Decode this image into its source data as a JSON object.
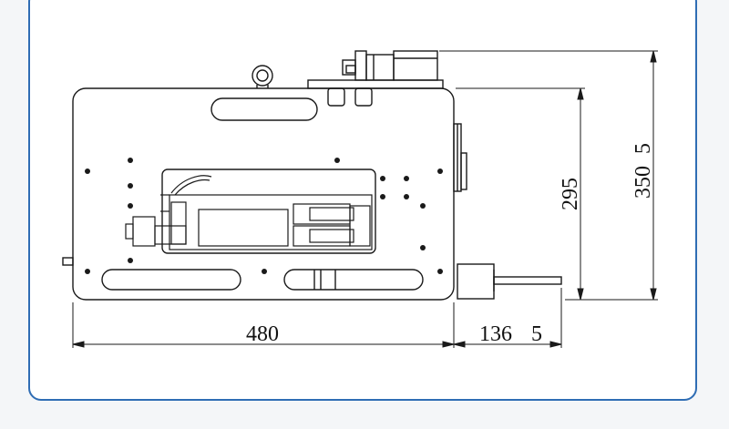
{
  "dimensions": {
    "width_main": "480",
    "width_extension": "136",
    "width_extension_tol": "5",
    "height_body": "295",
    "height_total": "350",
    "height_total_tol": "5"
  },
  "colors": {
    "frame_border": "#2f6db4",
    "line": "#1a1a1a"
  }
}
